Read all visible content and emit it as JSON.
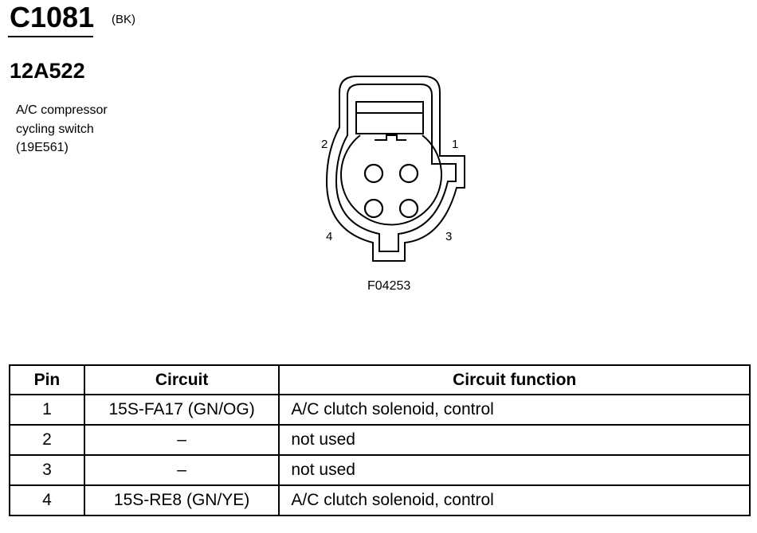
{
  "connector": {
    "id": "C1081",
    "color_code": "(BK)",
    "part_number": "12A522",
    "description_lines": [
      "A/C compressor",
      "cycling switch",
      "(19E561)"
    ]
  },
  "diagram": {
    "figure_code": "F04253",
    "pin_labels": {
      "pin1": "1",
      "pin2": "2",
      "pin3": "3",
      "pin4": "4"
    }
  },
  "table": {
    "headers": {
      "pin": "Pin",
      "circuit": "Circuit",
      "function": "Circuit function"
    },
    "rows": [
      {
        "pin": "1",
        "circuit": "15S-FA17 (GN/OG)",
        "function": "A/C clutch solenoid, control"
      },
      {
        "pin": "2",
        "circuit": "–",
        "function": "not used"
      },
      {
        "pin": "3",
        "circuit": "–",
        "function": "not used"
      },
      {
        "pin": "4",
        "circuit": "15S-RE8 (GN/YE)",
        "function": "A/C clutch solenoid, control"
      }
    ]
  }
}
